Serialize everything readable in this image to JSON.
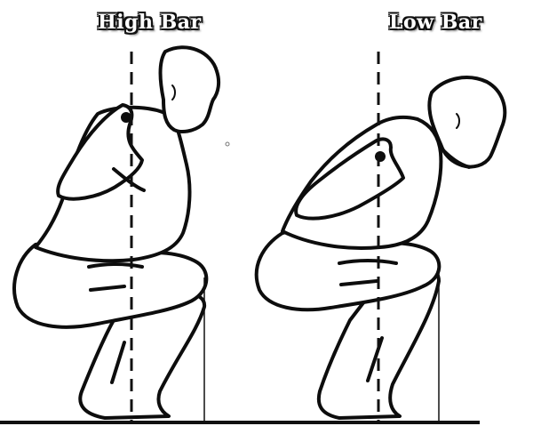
{
  "diagram": {
    "panels": [
      {
        "id": "high",
        "label": "High Bar"
      },
      {
        "id": "low",
        "label": "Low Bar"
      }
    ],
    "colors": {
      "background": "#ffffff",
      "ink": "#0d0d0d",
      "label_fill": "#ffffff"
    }
  }
}
